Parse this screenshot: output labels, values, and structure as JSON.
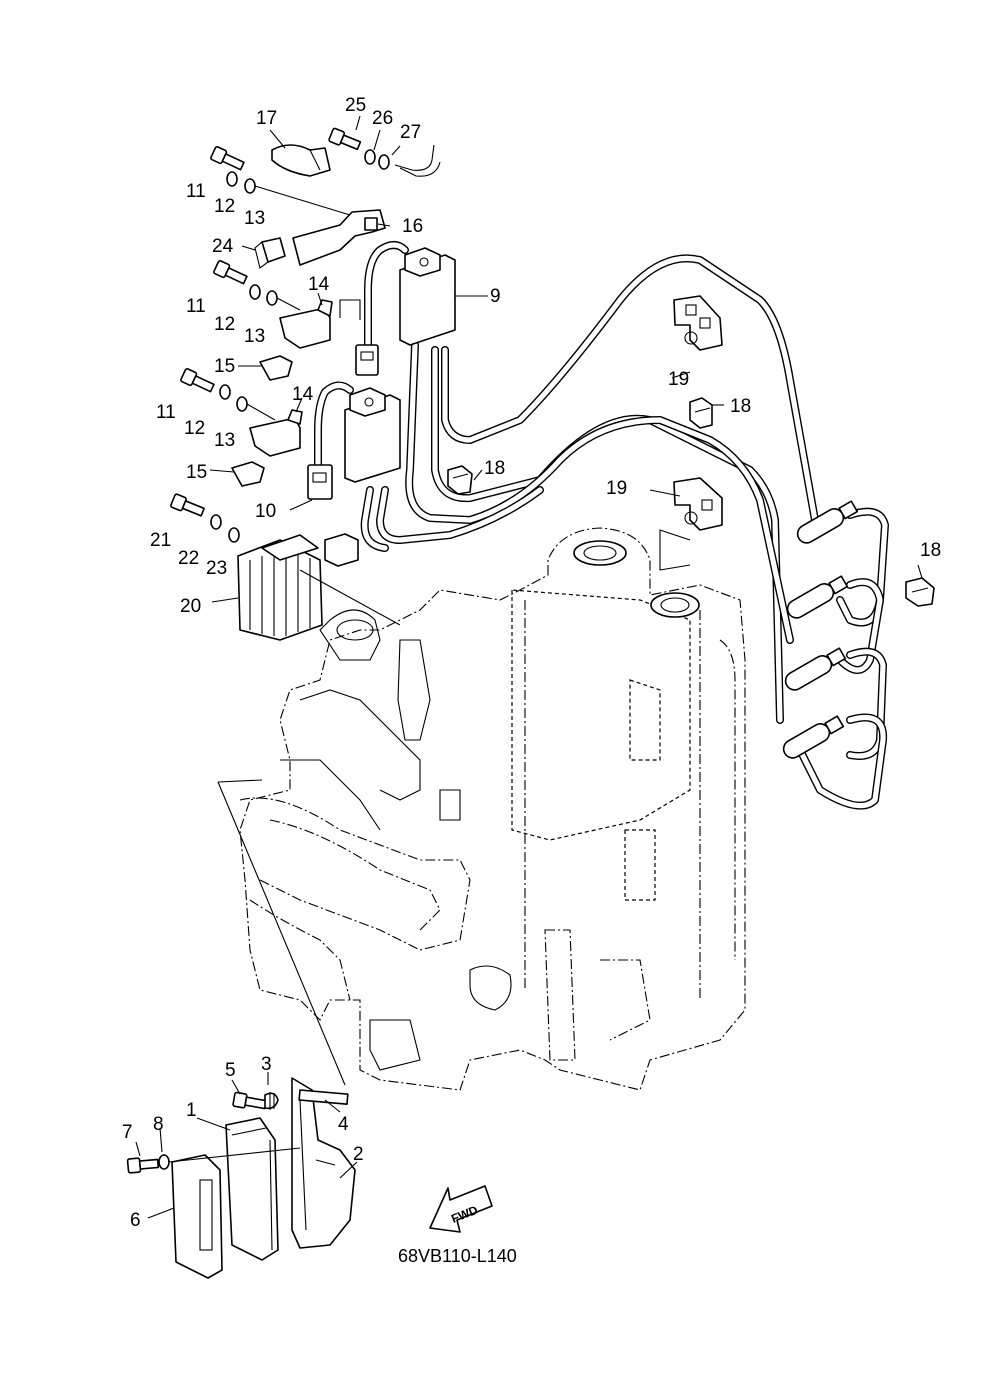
{
  "diagram_code": "68VB110-L140",
  "fwd_label": "FWD",
  "callouts": {
    "c1": "1",
    "c2": "2",
    "c3": "3",
    "c4": "4",
    "c5": "5",
    "c6": "6",
    "c7": "7",
    "c8": "8",
    "c9": "9",
    "c10": "10",
    "c11a": "11",
    "c11b": "11",
    "c11c": "11",
    "c12a": "12",
    "c12b": "12",
    "c12c": "12",
    "c13a": "13",
    "c13b": "13",
    "c13c": "13",
    "c14a": "14",
    "c14b": "14",
    "c15a": "15",
    "c15b": "15",
    "c16": "16",
    "c17": "17",
    "c18a": "18",
    "c18b": "18",
    "c18c": "18",
    "c19a": "19",
    "c19b": "19",
    "c20": "20",
    "c21": "21",
    "c22": "22",
    "c23": "23",
    "c24": "24",
    "c25": "25",
    "c26": "26",
    "c27": "27"
  }
}
